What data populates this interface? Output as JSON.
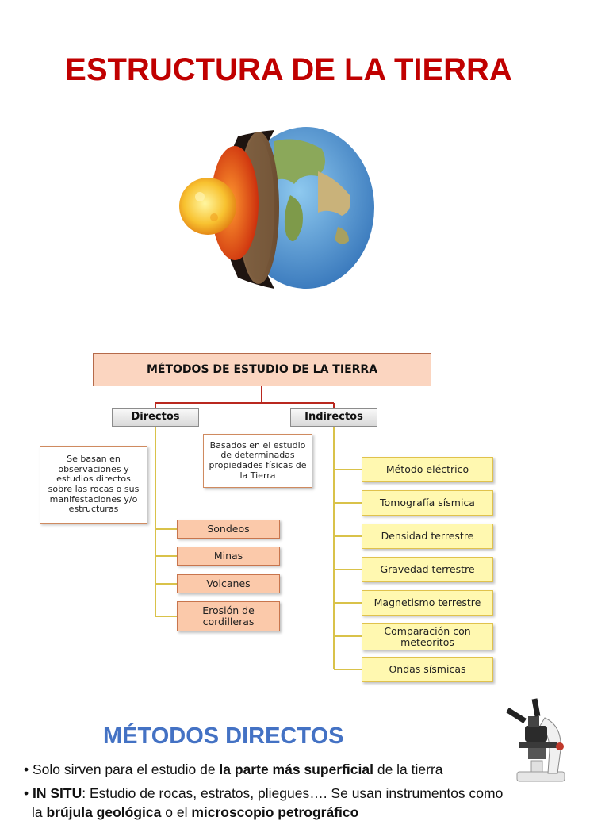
{
  "title": "ESTRUCTURA DE LA TIERRA",
  "images": {
    "earth": "earth-layers-cutaway",
    "microscope": "microscope"
  },
  "diagram": {
    "main": "MÉTODOS DE ESTUDIO DE LA TIERRA",
    "directos": {
      "label": "Directos",
      "description": "Se basan en observaciones y estudios directos sobre las rocas o sus manifestaciones y/o estructuras",
      "items": [
        "Sondeos",
        "Minas",
        "Volcanes",
        "Erosión de cordilleras"
      ]
    },
    "indirectos": {
      "label": "Indirectos",
      "description": "Basados en el estudio de determinadas propiedades físicas de la Tierra",
      "items": [
        "Método eléctrico",
        "Tomografía sísmica",
        "Densidad terrestre",
        "Gravedad terrestre",
        "Magnetismo terrestre",
        "Comparación con meteoritos",
        "Ondas sísmicas"
      ]
    }
  },
  "section": {
    "heading": "MÉTODOS DIRECTOS",
    "bullet1": {
      "prefix": "Solo sirven para el estudio de ",
      "bold": "la parte más superficial",
      "suffix": " de la tierra"
    },
    "bullet2": {
      "bold": "IN SITU",
      "text": ": Estudio de rocas, estratos, pliegues…. Se usan instrumentos como",
      "line2_prefix": "la ",
      "tool1": "brújula geológica",
      "middle": " o el ",
      "tool2": "microscopio petrográfico"
    }
  },
  "colors": {
    "title": "#c00000",
    "heading": "#4472c4",
    "main_box": "#fbd5c0",
    "direct_items": "#fbc9aa",
    "indirect_items": "#fff8b0",
    "connector_direct": "#b9281f",
    "connector_indirect": "#d9c24a"
  }
}
